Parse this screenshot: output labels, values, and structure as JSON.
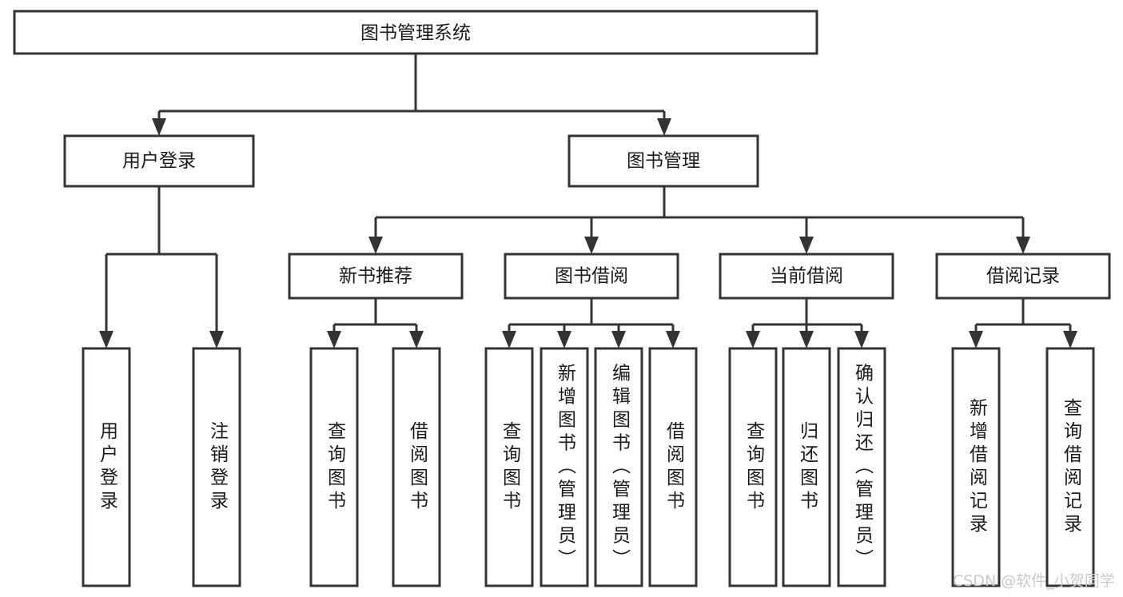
{
  "diagram": {
    "title": "图书管理系统",
    "type": "tree-hierarchy-chart",
    "root": {
      "id": "root",
      "label": "图书管理系统"
    },
    "level2": [
      {
        "id": "user-login",
        "label": "用户登录"
      },
      {
        "id": "book-manage",
        "label": "图书管理"
      }
    ],
    "level3": [
      {
        "id": "new-book-recommend",
        "label": "新书推荐"
      },
      {
        "id": "book-borrow",
        "label": "图书借阅"
      },
      {
        "id": "current-borrow",
        "label": "当前借阅"
      },
      {
        "id": "borrow-record",
        "label": "借阅记录"
      }
    ],
    "leaves": {
      "user_login": [
        {
          "id": "leaf-user-login",
          "label": "用户登录"
        },
        {
          "id": "leaf-user-logout",
          "label": "注销登录"
        }
      ],
      "new_book_recommend": [
        {
          "id": "leaf-query-book-1",
          "label": "查询图书"
        },
        {
          "id": "leaf-borrow-book-1",
          "label": "借阅图书"
        }
      ],
      "book_borrow": [
        {
          "id": "leaf-query-book-2",
          "label": "查询图书"
        },
        {
          "id": "leaf-add-book",
          "label": "新增图书（管理员）"
        },
        {
          "id": "leaf-edit-book",
          "label": "编辑图书（管理员）"
        },
        {
          "id": "leaf-borrow-book-2",
          "label": "借阅图书"
        }
      ],
      "current_borrow": [
        {
          "id": "leaf-query-book-3",
          "label": "查询图书"
        },
        {
          "id": "leaf-return-book",
          "label": "归还图书"
        },
        {
          "id": "leaf-confirm-return",
          "label": "确认归还（管理员）"
        }
      ],
      "borrow_record": [
        {
          "id": "leaf-add-record",
          "label": "新增借阅记录"
        },
        {
          "id": "leaf-query-record",
          "label": "查询借阅记录"
        }
      ]
    }
  },
  "watermark": {
    "text": "CSDN @软件_小贺同学"
  },
  "colors": {
    "background": "#ffffff",
    "box_fill": "#ffffff",
    "box_stroke": "#333333",
    "text": "#1a1a1a",
    "watermark": "#c9c9c9"
  }
}
